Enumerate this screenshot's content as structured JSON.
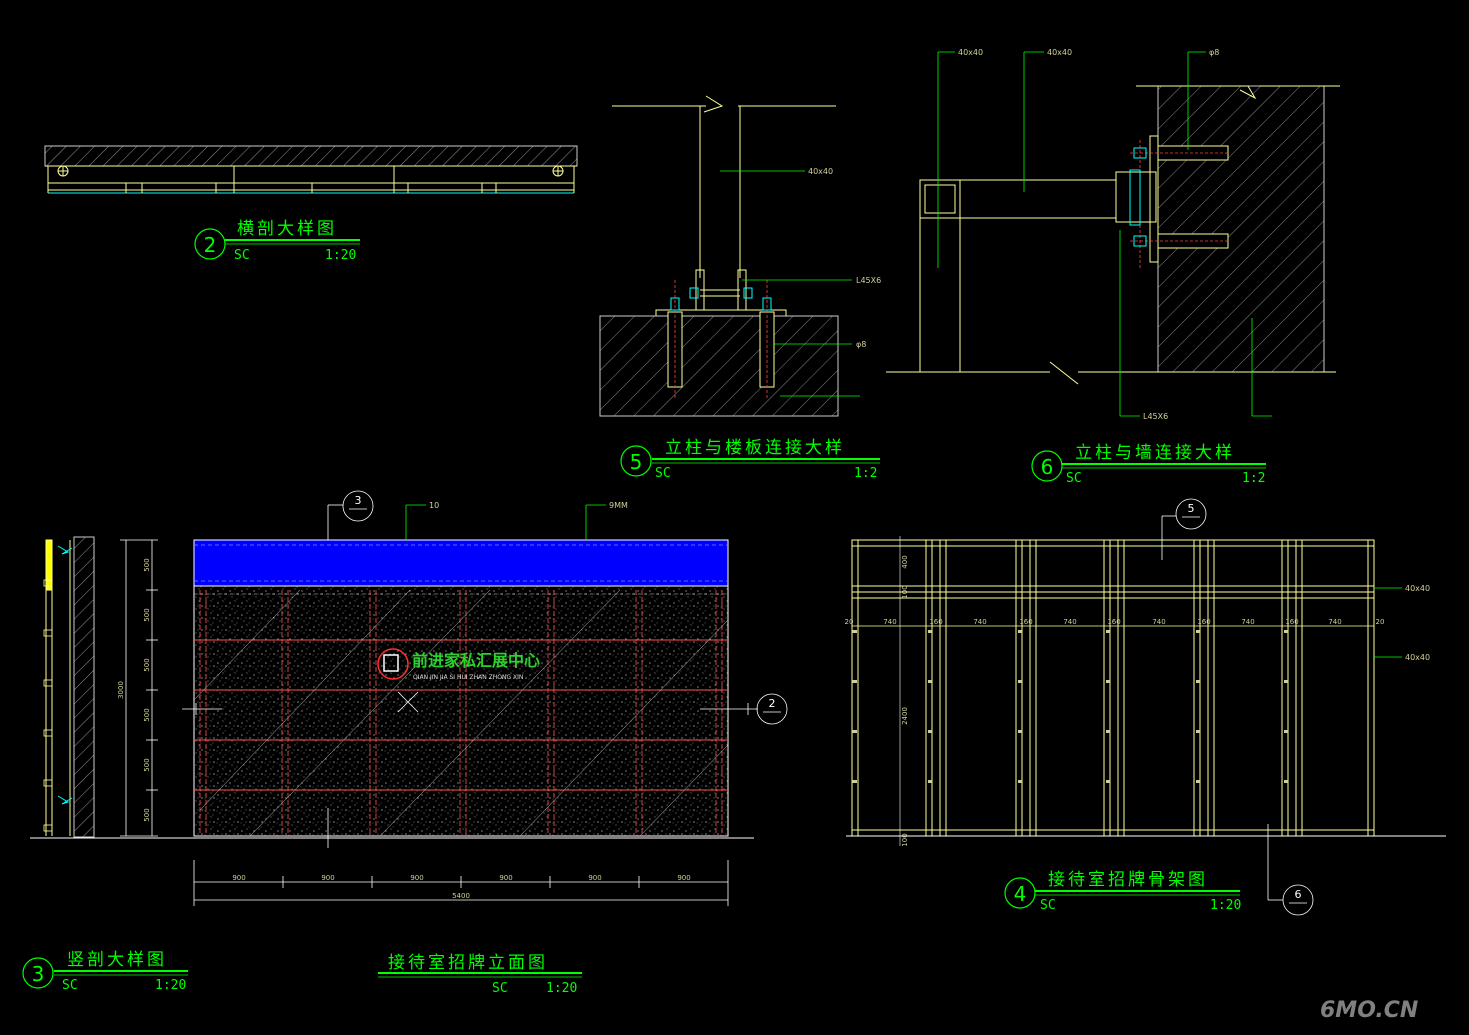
{
  "titles": {
    "d2": {
      "num": "2",
      "label": "横剖大样图",
      "code": "SC",
      "scale": "1:20"
    },
    "d5": {
      "num": "5",
      "label": "立柱与楼板连接大样",
      "code": "SC",
      "scale": "1:2"
    },
    "d6": {
      "num": "6",
      "label": "立柱与墙连接大样",
      "code": "SC",
      "scale": "1:2"
    },
    "d3": {
      "num": "3",
      "label": "竖剖大样图",
      "code": "SC",
      "scale": "1:20"
    },
    "elev": {
      "label": "接待室招牌立面图",
      "code": "SC",
      "scale": "1:20"
    },
    "d4": {
      "num": "4",
      "label": "接待室招牌骨架图",
      "code": "SC",
      "scale": "1:20"
    }
  },
  "annotations": {
    "d5_tube": "40x40",
    "d5_angle": "L45X6",
    "d5_bolt": "φ8",
    "d6_tube1": "40x40",
    "d6_tube2": "40x40",
    "d6_bolt": "φ8",
    "d6_angle": "L45X6",
    "elev_top1": "10",
    "elev_top2": "9MM",
    "frame_tube1": "40x40",
    "frame_tube2": "40x40"
  },
  "sign": {
    "name": "前进家私汇展中心",
    "pinyin": "QIAN JIN JIA SI HUI ZHAN ZHONG XIN"
  },
  "callouts": {
    "elev_top": "3",
    "elev_right": "2",
    "frame_top": "5",
    "frame_bottom": "6"
  },
  "dims": {
    "bottom": [
      "900",
      "900",
      "900",
      "900",
      "900",
      "900"
    ],
    "total": "5400",
    "left_total": "3000",
    "left_rows": [
      "500",
      "500",
      "500",
      "500",
      "500",
      "500"
    ],
    "frame_top": [
      "20",
      "740",
      "160",
      "740",
      "160",
      "740",
      "160",
      "740",
      "160",
      "740",
      "160",
      "740",
      "20"
    ],
    "frame_v1": "400",
    "frame_v2": "100",
    "frame_v3": "2400",
    "frame_v4": "100"
  },
  "watermark": "6MO.CN",
  "colors": {
    "line": "#ffff99",
    "green": "#00ff00",
    "panel": "#0000ff",
    "grid": "#ff5050",
    "dim": "#ffffff"
  }
}
